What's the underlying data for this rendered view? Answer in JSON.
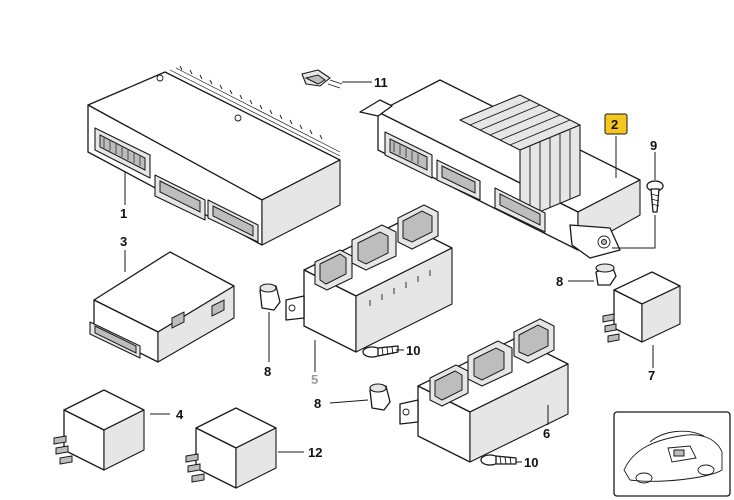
{
  "callouts": {
    "c1": "1",
    "c2": "2",
    "c3": "3",
    "c4": "4",
    "c5": "5",
    "c6": "6",
    "c7": "7",
    "c8a": "8",
    "c8b": "8",
    "c8c": "8",
    "c9": "9",
    "c10a": "10",
    "c10b": "10",
    "c11": "11",
    "c12": "12"
  },
  "colors": {
    "highlight": "#f5c61d",
    "line": "#1a1a1a",
    "faint_callout": "#9a9a9a"
  }
}
